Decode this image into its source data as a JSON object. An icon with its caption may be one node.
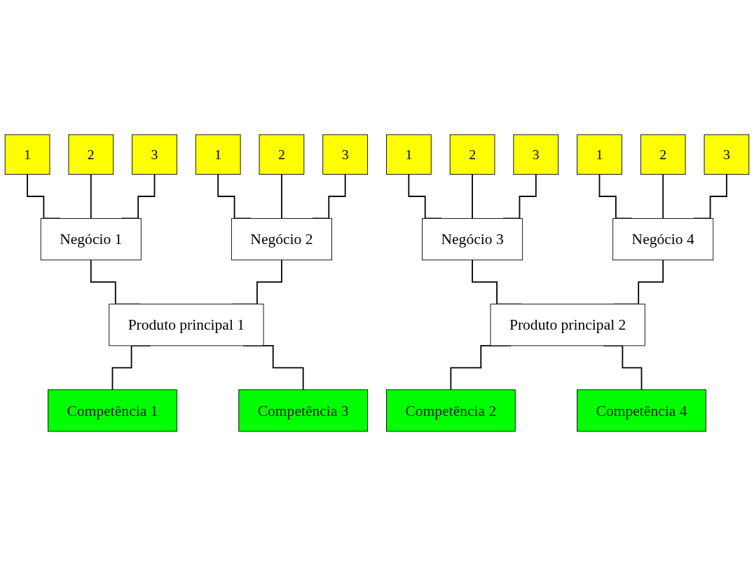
{
  "diagram": {
    "nodes": [
      {
        "text": [
          "1"
        ]
      },
      {
        "text": [
          "2"
        ]
      },
      {
        "text": [
          "3"
        ]
      },
      {
        "text": [
          "1"
        ]
      },
      {
        "text": [
          "2"
        ]
      },
      {
        "text": [
          "3"
        ]
      },
      {
        "text": [
          "1"
        ]
      },
      {
        "text": [
          "2"
        ]
      },
      {
        "text": [
          "3"
        ]
      },
      {
        "text": [
          "1"
        ]
      },
      {
        "text": [
          "2"
        ]
      },
      {
        "text": [
          "3"
        ]
      },
      {
        "text": [
          "Negócio 1"
        ]
      },
      {
        "text": [
          "Negócio 2"
        ]
      },
      {
        "text": [
          "Negócio 3"
        ]
      },
      {
        "text": [
          "Negócio 4"
        ]
      },
      {
        "text": [
          "Produto principal 1"
        ]
      },
      {
        "text": [
          "Produto principal 2"
        ]
      },
      {
        "text": [
          "Competência 1"
        ]
      },
      {
        "text": [
          "Competência 2"
        ]
      },
      {
        "text": [
          "Competência 3"
        ]
      },
      {
        "text": [
          "Competência 4"
        ]
      }
    ],
    "edges": [
      {
        "from": 0,
        "to": 12,
        "arrow": "none"
      },
      {
        "from": 1,
        "to": 12,
        "arrow": "none"
      },
      {
        "from": 2,
        "to": 12,
        "arrow": "none"
      },
      {
        "from": 3,
        "to": 13,
        "arrow": "none"
      },
      {
        "from": 4,
        "to": 13,
        "arrow": "none"
      },
      {
        "from": 5,
        "to": 13,
        "arrow": "none"
      },
      {
        "from": 6,
        "to": 14,
        "arrow": "none"
      },
      {
        "from": 7,
        "to": 14,
        "arrow": "none"
      },
      {
        "from": 8,
        "to": 14,
        "arrow": "none"
      },
      {
        "from": 9,
        "to": 15,
        "arrow": "none"
      },
      {
        "from": 10,
        "to": 15,
        "arrow": "none"
      },
      {
        "from": 11,
        "to": 15,
        "arrow": "none"
      },
      {
        "from": 12,
        "to": 16,
        "arrow": "none"
      },
      {
        "from": 13,
        "to": 16,
        "arrow": "none"
      },
      {
        "from": 14,
        "to": 17,
        "arrow": "none"
      },
      {
        "from": 15,
        "to": 17,
        "arrow": "none"
      },
      {
        "from": 16,
        "to": 18,
        "arrow": "none"
      },
      {
        "from": 16,
        "to": 20,
        "arrow": "none"
      },
      {
        "from": 17,
        "to": 19,
        "arrow": "none"
      },
      {
        "from": 17,
        "to": 21,
        "arrow": "none"
      }
    ]
  }
}
